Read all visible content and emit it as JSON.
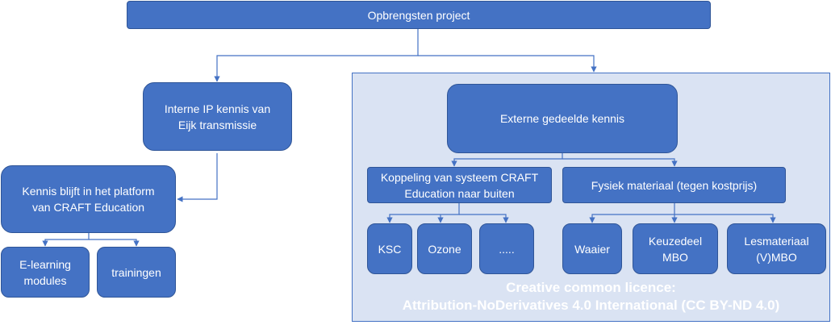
{
  "diagram": {
    "root": "Opbrengsten project",
    "internal": {
      "title": "Interne IP kennis van Eijk transmissie",
      "platform": "Kennis blijft in het platform van CRAFT Education",
      "children": [
        "E-learning modules",
        "trainingen"
      ]
    },
    "external": {
      "title": "Externe gedeelde kennis",
      "coupling": {
        "title": "Koppeling van systeem CRAFT Education naar buiten",
        "children": [
          "KSC",
          "Ozone",
          "....."
        ]
      },
      "physical": {
        "title": "Fysiek materiaal (tegen kostprijs)",
        "children": [
          "Waaier",
          "Keuzedeel MBO",
          "Lesmateriaal (V)MBO"
        ]
      }
    },
    "licence": {
      "line1": "Creative common licence:",
      "line2": "Attribution-NoDerivatives 4.0 International (CC BY-ND 4.0)"
    }
  },
  "colors": {
    "box_fill": "#4472c4",
    "box_border": "#2f5597",
    "panel_fill": "#dae3f3",
    "connector": "#4472c4"
  }
}
